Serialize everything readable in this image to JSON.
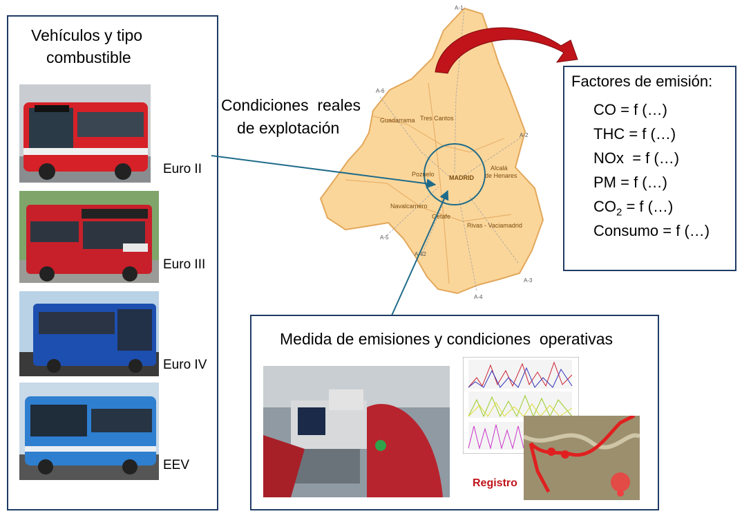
{
  "vehicles": {
    "title_line1": "Vehículos y tipo",
    "title_line2": "combustible",
    "items": [
      {
        "label": "Euro II",
        "bus_color": "#d62128"
      },
      {
        "label": "Euro III",
        "bus_color": "#c8202a"
      },
      {
        "label": "Euro IV",
        "bus_color": "#1d4fb0"
      },
      {
        "label": "EEV",
        "bus_color": "#2e7fd0"
      }
    ]
  },
  "conditions": {
    "line1": "Condiciones  reales",
    "line2": "de explotación"
  },
  "map": {
    "places": {
      "madrid": "MADRID",
      "tres_cantos": "Tres Cantos",
      "guadarrama": "Guadarrama",
      "pozuelo": "Pozuelo",
      "alcala": "Alcalá",
      "henares": "de Henares",
      "navalcarnero": "Navalcarnero",
      "getafe": "Getafe",
      "rivas": "Rivas - Vaciamadrid"
    },
    "roads": {
      "a1": "A-1",
      "a2": "A-2",
      "a3": "A-3",
      "a4": "A-4",
      "a42": "A-42",
      "a5": "A-5",
      "a6": "A-6"
    },
    "colors": {
      "fill": "#fbd69a",
      "stroke": "#e2a75a",
      "circle": "#1f6b8a",
      "arrow": "#c0141a"
    }
  },
  "factors": {
    "title": "Factores de emisión:",
    "co": "CO = f (…)",
    "thc": "THC = f (…)",
    "nox": "NOx  = f (…)",
    "pm": "PM = f (…)",
    "co2_pre": "CO",
    "co2_sub": "2",
    "co2_post": " = f (…)",
    "consumo": "Consumo = f (…)"
  },
  "measure": {
    "title": "Medida de emisiones y condiciones  operativas",
    "registro": "Registro"
  },
  "colors": {
    "border": "#1f3b64",
    "arrow_blue": "#1f6b8a"
  }
}
